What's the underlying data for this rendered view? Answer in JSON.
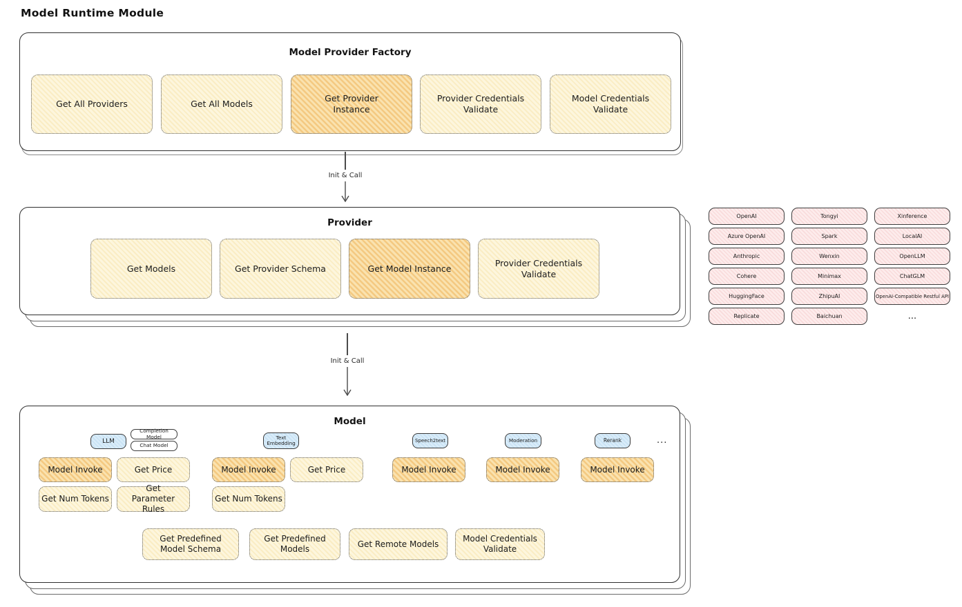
{
  "page_title": "Model Runtime Module",
  "arrow_label_1": "Init & Call",
  "arrow_label_2": "Init & Call",
  "factory": {
    "title": "Model Provider Factory",
    "buttons": [
      {
        "label": "Get All Providers",
        "highlight": false
      },
      {
        "label": "Get All Models",
        "highlight": false
      },
      {
        "label": "Get Provider Instance",
        "highlight": true
      },
      {
        "label": "Provider Credentials Validate",
        "highlight": false
      },
      {
        "label": "Model Credentials Validate",
        "highlight": false
      }
    ]
  },
  "provider": {
    "title": "Provider",
    "buttons": [
      {
        "label": "Get Models",
        "highlight": false
      },
      {
        "label": "Get Provider Schema",
        "highlight": false
      },
      {
        "label": "Get Model Instance",
        "highlight": true
      },
      {
        "label": "Provider Credentials Validate",
        "highlight": false
      }
    ]
  },
  "providers_grid": {
    "items": [
      "OpenAI",
      "Tongyi",
      "Xinference",
      "Azure OpenAI",
      "Spark",
      "LocalAI",
      "Anthropic",
      "Wenxin",
      "OpenLLM",
      "Cohere",
      "Minimax",
      "ChatGLM",
      "HuggingFace",
      "ZhipuAI",
      "OpenAI-Compatible Restful API",
      "Replicate",
      "Baichuan"
    ],
    "more": "..."
  },
  "model": {
    "title": "Model",
    "tags": [
      {
        "label": "LLM",
        "style": "blue"
      },
      {
        "label": "Completion Model",
        "style": "white"
      },
      {
        "label": "Chat Model",
        "style": "white"
      },
      {
        "label": "Text Embedding",
        "style": "blue"
      },
      {
        "label": "Speech2text",
        "style": "blue"
      },
      {
        "label": "Moderation",
        "style": "blue"
      },
      {
        "label": "Rerank",
        "style": "blue"
      }
    ],
    "more": "...",
    "buttons": [
      {
        "label": "Model Invoke",
        "highlight": true
      },
      {
        "label": "Get Price",
        "highlight": false
      },
      {
        "label": "Model Invoke",
        "highlight": true
      },
      {
        "label": "Get Price",
        "highlight": false
      },
      {
        "label": "Model Invoke",
        "highlight": true
      },
      {
        "label": "Model Invoke",
        "highlight": true
      },
      {
        "label": "Model Invoke",
        "highlight": true
      },
      {
        "label": "Get Num Tokens",
        "highlight": false
      },
      {
        "label": "Get Parameter Rules",
        "highlight": false
      },
      {
        "label": "Get Num Tokens",
        "highlight": false
      },
      {
        "label": "Get Predefined Model Schema",
        "highlight": false
      },
      {
        "label": "Get Predefined Models",
        "highlight": false
      },
      {
        "label": "Get Remote Models",
        "highlight": false
      },
      {
        "label": "Model Credentials Validate",
        "highlight": false
      }
    ]
  },
  "colors": {
    "yellow_fill": "#fdf6dd",
    "orange_fill": "#f8dfab",
    "pink_fill": "#fdecec",
    "blue_fill": "#d9ecf9",
    "border_dark": "#2e2e2e"
  }
}
